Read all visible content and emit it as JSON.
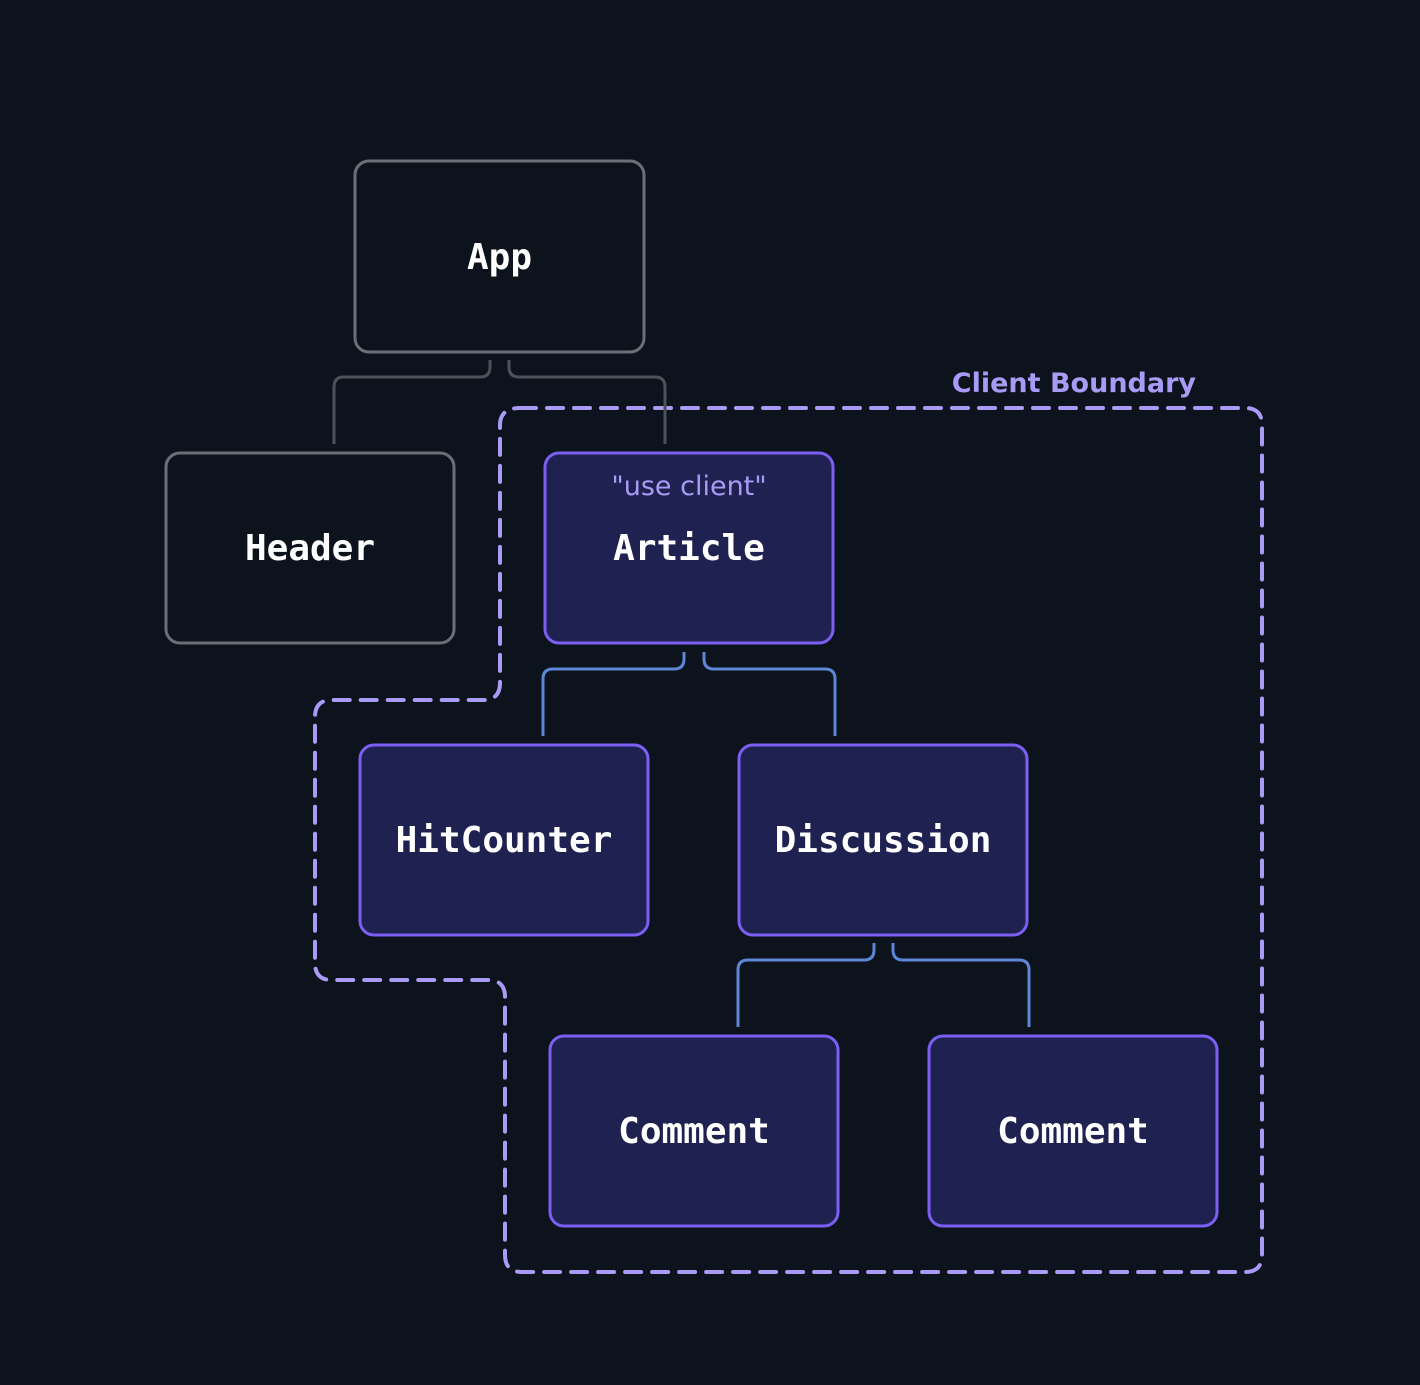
{
  "boundary": {
    "label": "Client Boundary"
  },
  "nodes": {
    "app": {
      "label": "App"
    },
    "header": {
      "label": "Header"
    },
    "article": {
      "label": "Article",
      "directive": "\"use client\""
    },
    "hitcounter": {
      "label": "HitCounter"
    },
    "discussion": {
      "label": "Discussion"
    },
    "comment_1": {
      "label": "Comment"
    },
    "comment_2": {
      "label": "Comment"
    }
  },
  "colors": {
    "background": "#0d131c",
    "server_border": "#6b7078",
    "client_fill": "#1f2251",
    "client_border": "#7b5ff2",
    "boundary": "#a99bf5",
    "client_edge": "#5d86d6"
  }
}
